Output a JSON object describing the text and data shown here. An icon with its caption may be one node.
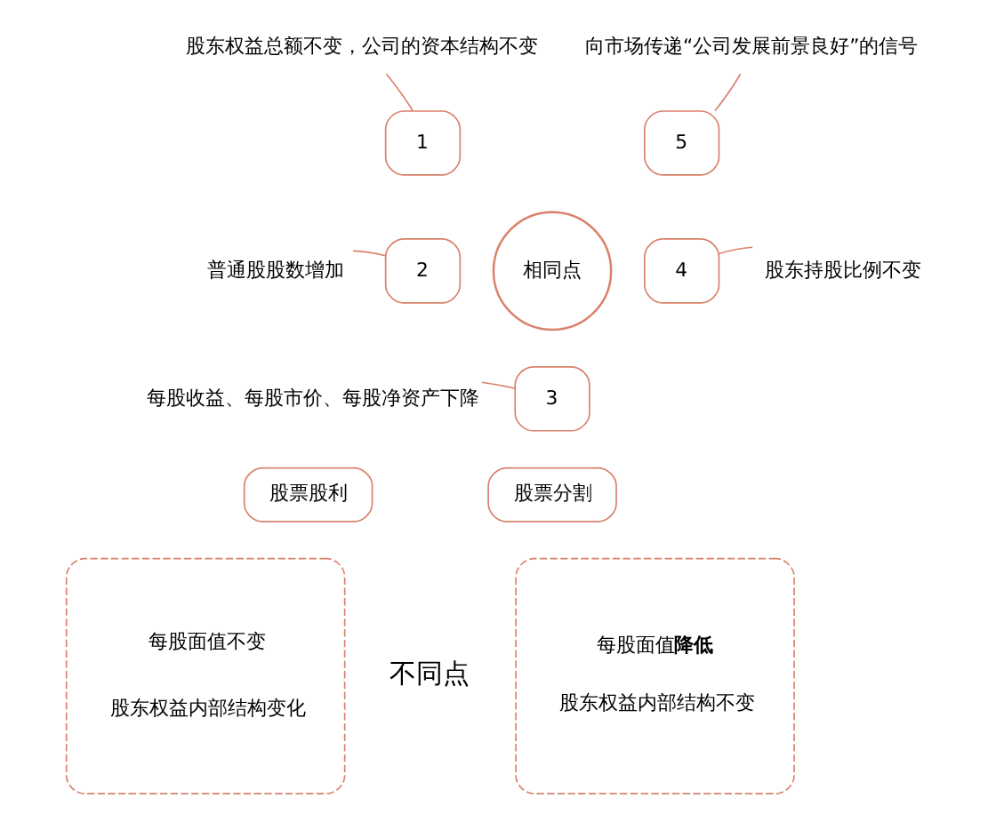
{
  "diagram": {
    "nodes": [
      {
        "text": [
          "股东权益总额不变，公司的资本结构不变"
        ]
      },
      {
        "text": [
          "向市场传递“公司发展前景良好”的信号"
        ]
      },
      {
        "text": [
          "1"
        ]
      },
      {
        "text": [
          "5"
        ]
      },
      {
        "text": [
          "相同点"
        ]
      },
      {
        "text": [
          "普通股股数增加"
        ]
      },
      {
        "text": [
          "2"
        ]
      },
      {
        "text": [
          "4"
        ]
      },
      {
        "text": [
          "3"
        ]
      },
      {
        "text": [
          "每股收益、每股市价、每股净资产下降"
        ]
      },
      {
        "text": [
          "股东持股比例不变"
        ]
      },
      {
        "text": [
          "股票股利"
        ]
      },
      {
        "text": [
          "股票分割"
        ]
      },
      {
        "text": [
          "每股面值不变",
          "股东权益内部结构变化"
        ]
      },
      {
        "text": [
          "每股面值**降低**",
          "股东权益内部结构不变"
        ]
      }
    ],
    "edges": [
      {
        "from": 2,
        "to": 0,
        "arrow": "none"
      },
      {
        "from": 3,
        "to": 1,
        "arrow": "none"
      },
      {
        "from": 6,
        "to": 5,
        "arrow": "none"
      },
      {
        "from": 8,
        "to": 9,
        "arrow": "none"
      },
      {
        "from": 7,
        "to": 10,
        "arrow": "none"
      }
    ],
    "labels": [
      "不同点"
    ]
  }
}
